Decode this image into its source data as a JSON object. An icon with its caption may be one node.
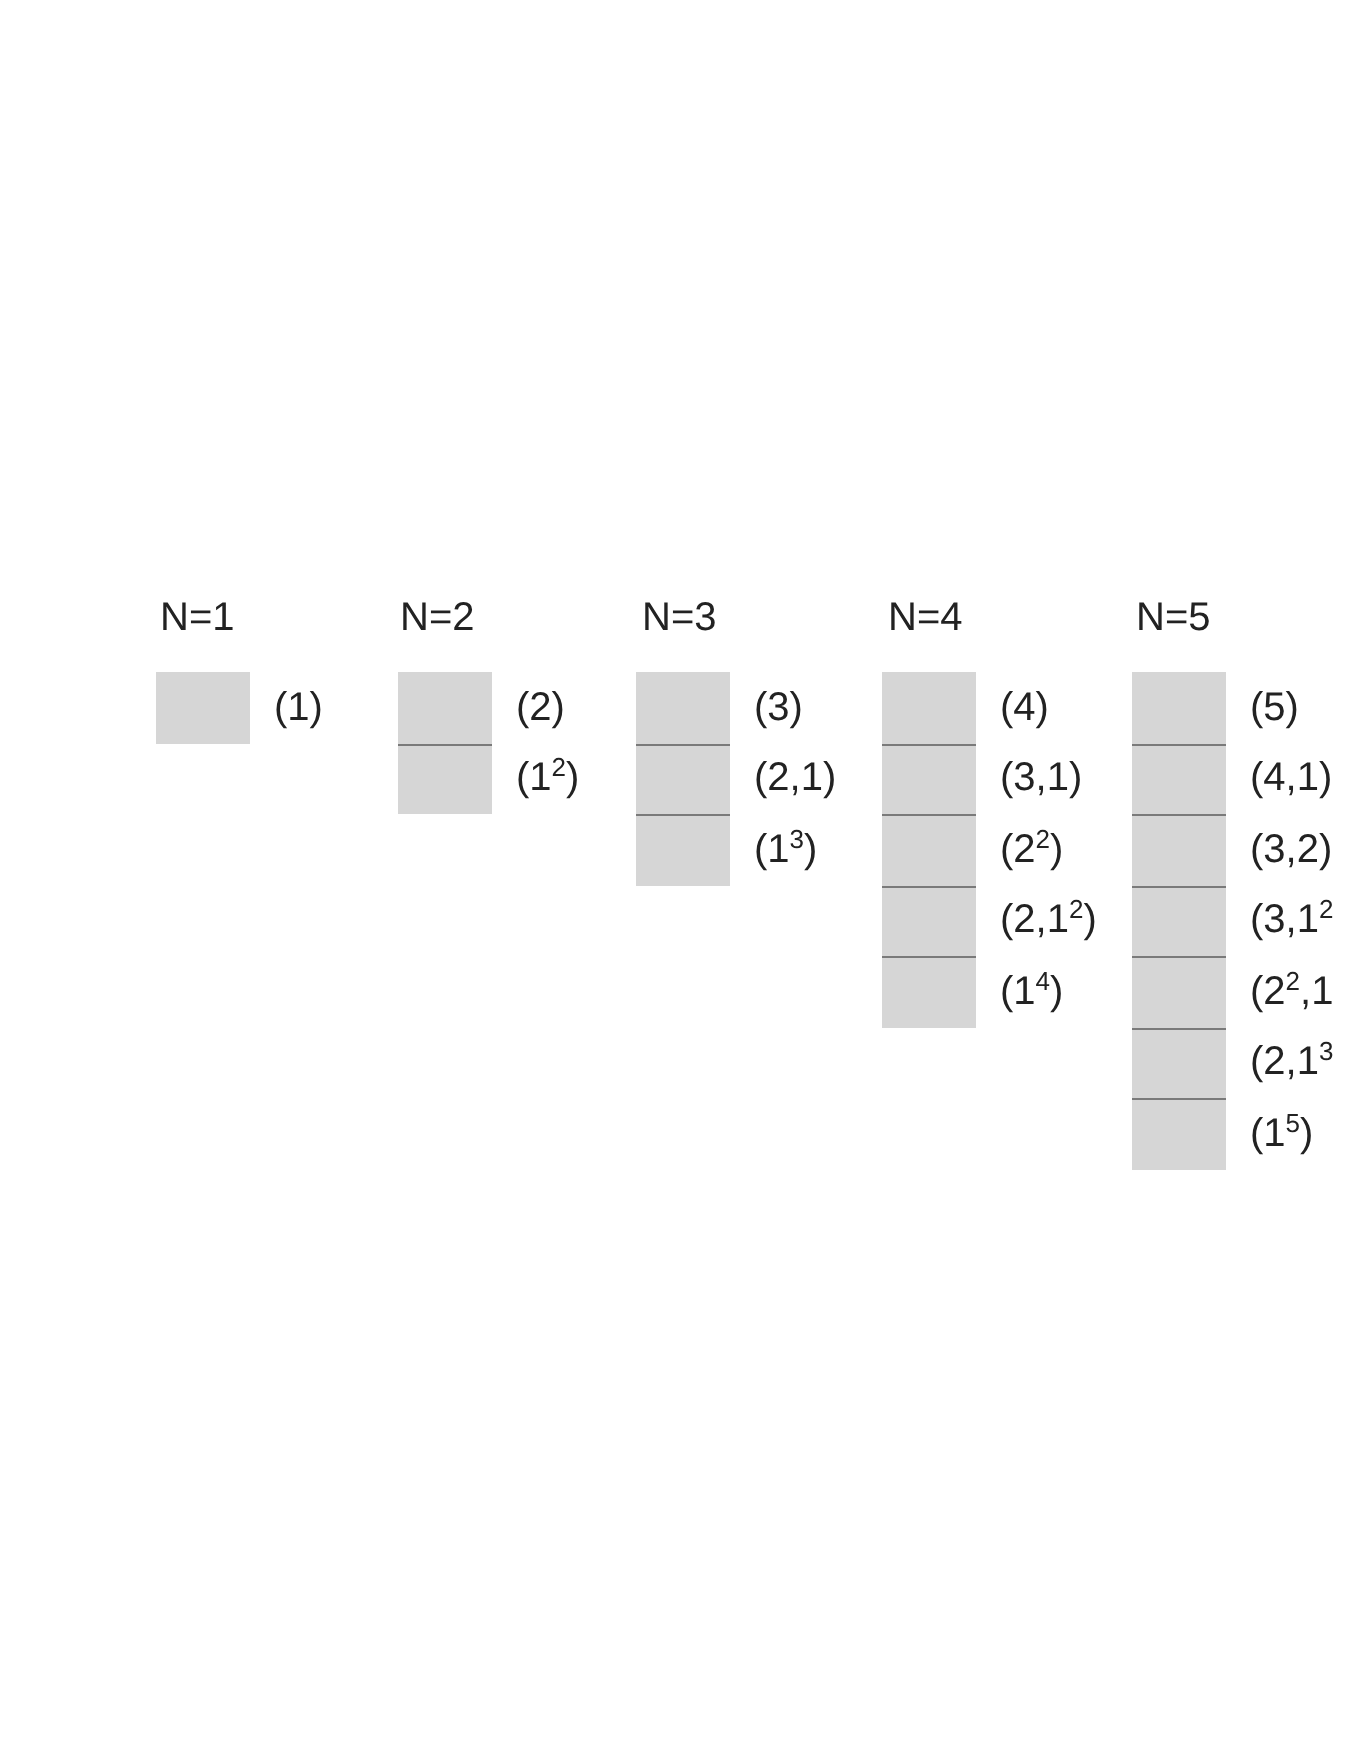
{
  "diagram": {
    "nodes": [
      {
        "text": [],
        "shape": "box",
        "beside": [
          "(1)"
        ]
      },
      {
        "text": [],
        "shape": "box",
        "beside": [
          "(2)"
        ]
      },
      {
        "text": [],
        "shape": "box",
        "beside": [
          "(1$^{2}$)"
        ]
      },
      {
        "text": [],
        "shape": "box",
        "beside": [
          "(3)"
        ]
      },
      {
        "text": [],
        "shape": "box",
        "beside": [
          "(2,1)"
        ]
      },
      {
        "text": [],
        "shape": "box",
        "beside": [
          "(1$^{3}$)"
        ]
      },
      {
        "text": [],
        "shape": "box",
        "beside": [
          "(4)"
        ]
      },
      {
        "text": [],
        "shape": "box",
        "beside": [
          "(3,1)"
        ]
      },
      {
        "text": [],
        "shape": "box",
        "beside": [
          "(2$^{2}$)"
        ]
      },
      {
        "text": [],
        "shape": "box",
        "beside": [
          "(2,1$^{2}$)"
        ]
      },
      {
        "text": [],
        "shape": "box",
        "beside": [
          "(1$^{4}$)"
        ]
      },
      {
        "text": [],
        "shape": "box",
        "beside": [
          "(5)"
        ]
      },
      {
        "text": [],
        "shape": "box",
        "beside": [
          "(4,1)"
        ]
      },
      {
        "text": [],
        "shape": "box",
        "beside": [
          "(3,2)"
        ]
      },
      {
        "text": [],
        "shape": "box",
        "beside": [
          "(3,1$^{2}$"
        ]
      },
      {
        "text": [],
        "shape": "box",
        "beside": [
          "(2$^{2}$,1"
        ]
      },
      {
        "text": [],
        "shape": "box",
        "beside": [
          "(2,1$^{3}$"
        ]
      },
      {
        "text": [],
        "shape": "box",
        "beside": [
          "(1$^{5}$)"
        ]
      }
    ],
    "labels": [
      "N=1",
      "N=2",
      "N=3",
      "N=4",
      "N=5"
    ]
  }
}
